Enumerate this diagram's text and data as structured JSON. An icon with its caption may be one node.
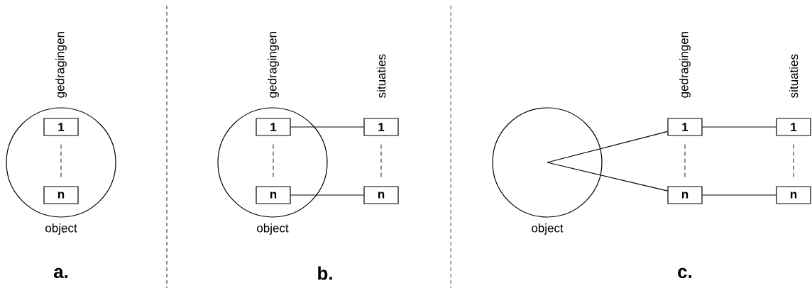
{
  "diagram": {
    "nodes": [
      {
        "text": [
          "object"
        ]
      },
      {
        "text": [
          "1"
        ],
        "in": 0,
        "beside": [
          "gedragingen"
        ]
      },
      {
        "text": [
          "n"
        ],
        "in": 0
      },
      {
        "text": [
          "object"
        ]
      },
      {
        "text": [
          "1"
        ],
        "in": 3,
        "beside": [
          "gedragingen"
        ]
      },
      {
        "text": [
          "n"
        ],
        "in": 3
      },
      {
        "text": [
          "1"
        ],
        "beside": [
          "situaties"
        ]
      },
      {
        "text": [
          "n"
        ]
      },
      {
        "text": [
          "object"
        ]
      },
      {
        "text": [
          "1"
        ],
        "beside": [
          "gedragingen"
        ]
      },
      {
        "text": [
          "n"
        ]
      },
      {
        "text": [
          "1"
        ],
        "beside": [
          "situaties"
        ]
      },
      {
        "text": [
          "n"
        ]
      }
    ],
    "edges": [
      {
        "from": 1,
        "to": 2,
        "arrow": "none",
        "style": "dashed"
      },
      {
        "from": 4,
        "to": 5,
        "arrow": "none",
        "style": "dashed"
      },
      {
        "from": 4,
        "to": 6,
        "arrow": "none"
      },
      {
        "from": 5,
        "to": 7,
        "arrow": "none"
      },
      {
        "from": 6,
        "to": 7,
        "arrow": "none",
        "style": "dashed"
      },
      {
        "from": 8,
        "to": 9,
        "arrow": "none"
      },
      {
        "from": 8,
        "to": 10,
        "arrow": "none"
      },
      {
        "from": 9,
        "to": 10,
        "arrow": "none",
        "style": "dashed"
      },
      {
        "from": 9,
        "to": 11,
        "arrow": "none"
      },
      {
        "from": 10,
        "to": 12,
        "arrow": "none"
      },
      {
        "from": 11,
        "to": 12,
        "arrow": "none",
        "style": "dashed"
      }
    ],
    "labels": [
      "a.",
      "b.",
      "c."
    ]
  }
}
